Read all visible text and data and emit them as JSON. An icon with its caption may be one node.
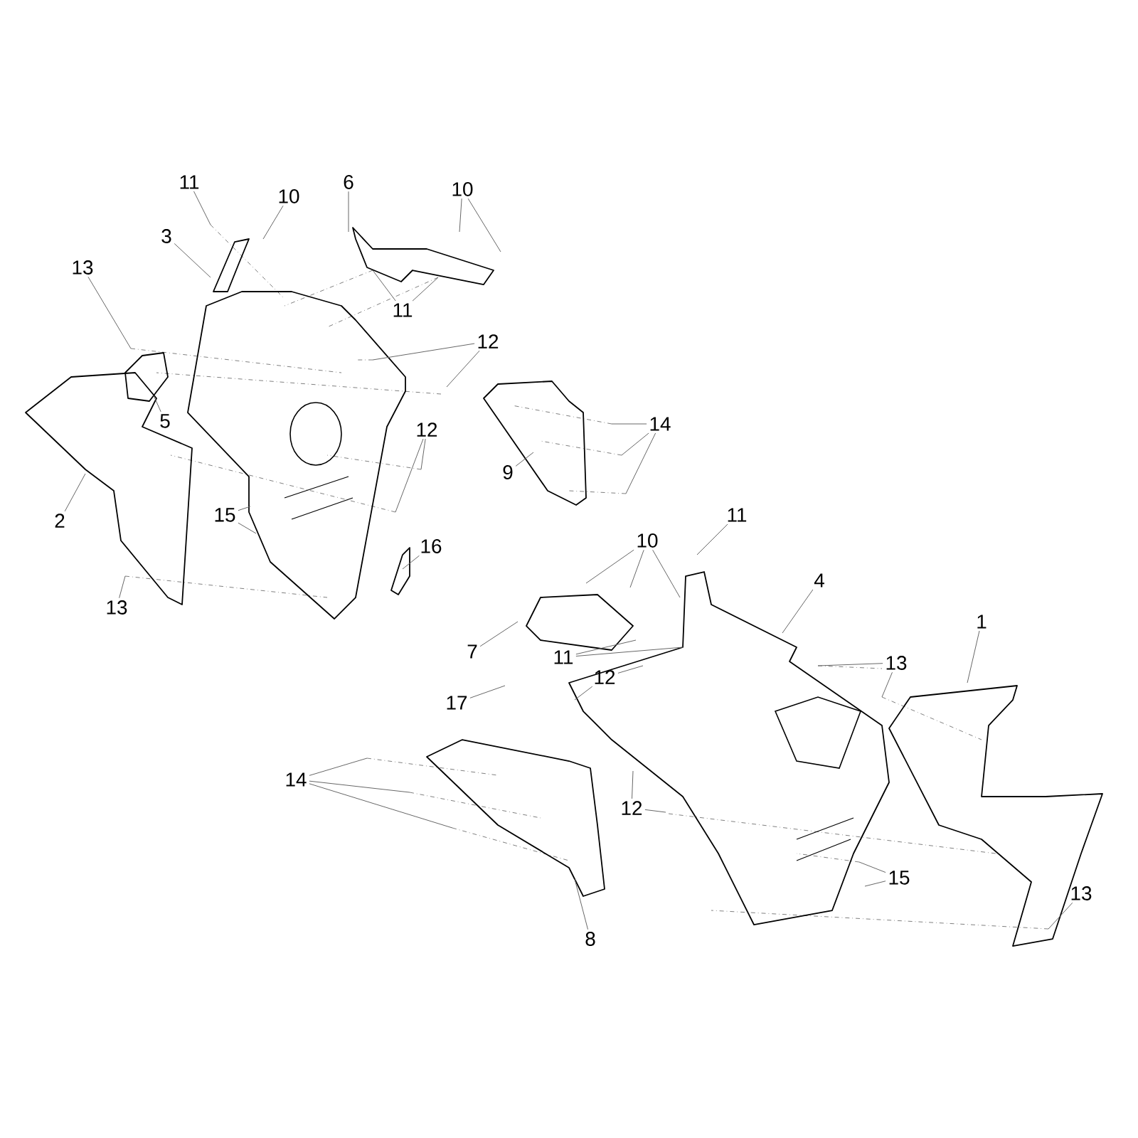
{
  "diagram": {
    "nodes": [
      {
        "text": [
          "11"
        ]
      },
      {
        "text": [
          "10"
        ]
      },
      {
        "text": [
          "3"
        ]
      },
      {
        "text": [
          "6"
        ]
      },
      {
        "text": [
          "10"
        ]
      },
      {
        "text": [
          "11"
        ]
      },
      {
        "text": [
          "13"
        ]
      },
      {
        "text": [
          "5"
        ]
      },
      {
        "text": [
          "12"
        ]
      },
      {
        "text": [
          "12"
        ]
      },
      {
        "text": [
          "2"
        ]
      },
      {
        "text": [
          "15"
        ]
      },
      {
        "text": [
          "16"
        ]
      },
      {
        "text": [
          "13"
        ]
      },
      {
        "text": [
          "9"
        ]
      },
      {
        "text": [
          "14"
        ]
      },
      {
        "text": [
          "10"
        ]
      },
      {
        "text": [
          "11"
        ]
      },
      {
        "text": [
          "4"
        ]
      },
      {
        "text": [
          "1"
        ]
      },
      {
        "text": [
          "7"
        ]
      },
      {
        "text": [
          "11"
        ]
      },
      {
        "text": [
          "12"
        ]
      },
      {
        "text": [
          "13"
        ]
      },
      {
        "text": [
          "17"
        ]
      },
      {
        "text": [
          "14"
        ]
      },
      {
        "text": [
          "12"
        ]
      },
      {
        "text": [
          "15"
        ]
      },
      {
        "text": [
          "8"
        ]
      },
      {
        "text": [
          "13"
        ]
      }
    ],
    "edges": [
      {
        "from": 0,
        "to": null,
        "arrow": "none"
      },
      {
        "from": 1,
        "to": null,
        "arrow": "none"
      },
      {
        "from": 2,
        "to": null,
        "arrow": "none"
      },
      {
        "from": 3,
        "to": null,
        "arrow": "none"
      },
      {
        "from": 4,
        "to": null,
        "arrow": "none"
      },
      {
        "from": 4,
        "to": null,
        "arrow": "none"
      },
      {
        "from": 5,
        "to": null,
        "arrow": "none"
      },
      {
        "from": 5,
        "to": null,
        "arrow": "none"
      },
      {
        "from": 6,
        "to": null,
        "arrow": "none"
      },
      {
        "from": 7,
        "to": null,
        "arrow": "none"
      },
      {
        "from": 8,
        "to": null,
        "arrow": "none"
      },
      {
        "from": 8,
        "to": null,
        "arrow": "none"
      },
      {
        "from": 9,
        "to": null,
        "arrow": "none"
      },
      {
        "from": 9,
        "to": null,
        "arrow": "none"
      },
      {
        "from": 10,
        "to": null,
        "arrow": "none"
      },
      {
        "from": 11,
        "to": null,
        "arrow": "none"
      },
      {
        "from": 11,
        "to": null,
        "arrow": "none"
      },
      {
        "from": 12,
        "to": null,
        "arrow": "none"
      },
      {
        "from": 13,
        "to": null,
        "arrow": "none"
      },
      {
        "from": 14,
        "to": null,
        "arrow": "none"
      },
      {
        "from": 15,
        "to": null,
        "arrow": "none"
      },
      {
        "from": 15,
        "to": null,
        "arrow": "none"
      },
      {
        "from": 15,
        "to": null,
        "arrow": "none"
      },
      {
        "from": 16,
        "to": null,
        "arrow": "none"
      },
      {
        "from": 16,
        "to": null,
        "arrow": "none"
      },
      {
        "from": 16,
        "to": null,
        "arrow": "none"
      },
      {
        "from": 17,
        "to": null,
        "arrow": "none"
      },
      {
        "from": 18,
        "to": null,
        "arrow": "none"
      },
      {
        "from": 19,
        "to": null,
        "arrow": "none"
      },
      {
        "from": 20,
        "to": null,
        "arrow": "none"
      },
      {
        "from": 21,
        "to": null,
        "arrow": "none"
      },
      {
        "from": 21,
        "to": null,
        "arrow": "none"
      },
      {
        "from": 22,
        "to": null,
        "arrow": "none"
      },
      {
        "from": 22,
        "to": null,
        "arrow": "none"
      },
      {
        "from": 23,
        "to": null,
        "arrow": "none"
      },
      {
        "from": 23,
        "to": null,
        "arrow": "none"
      },
      {
        "from": 24,
        "to": null,
        "arrow": "none"
      },
      {
        "from": 25,
        "to": null,
        "arrow": "none"
      },
      {
        "from": 25,
        "to": null,
        "arrow": "none"
      },
      {
        "from": 25,
        "to": null,
        "arrow": "none"
      },
      {
        "from": 26,
        "to": null,
        "arrow": "none"
      },
      {
        "from": 26,
        "to": null,
        "arrow": "none"
      },
      {
        "from": 27,
        "to": null,
        "arrow": "none"
      },
      {
        "from": 27,
        "to": null,
        "arrow": "none"
      },
      {
        "from": 28,
        "to": null,
        "arrow": "none"
      },
      {
        "from": 29,
        "to": null,
        "arrow": "none"
      }
    ]
  }
}
